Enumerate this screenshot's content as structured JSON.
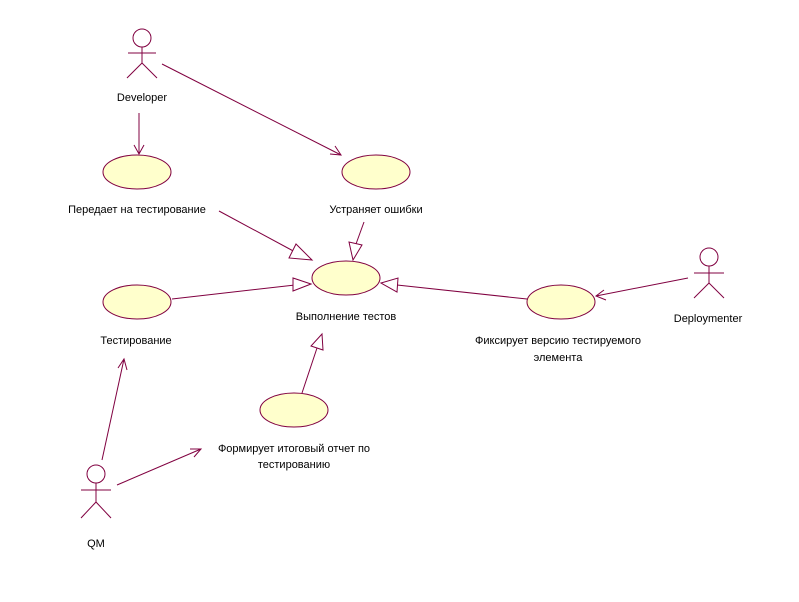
{
  "colors": {
    "line": "#800040",
    "usecase_fill": "#ffffcc",
    "background": "#ffffff"
  },
  "actors": {
    "developer": "Developer",
    "deploymenter": "Deploymenter",
    "qm": "QM"
  },
  "usecases": {
    "handover": [
      "Передает на тестирование"
    ],
    "fix_errors": [
      "Устраняет ошибки"
    ],
    "run_tests": [
      "Выполнение тестов"
    ],
    "testing": [
      "Тестирование"
    ],
    "fix_version": [
      "Фиксирует версию тестируемого",
      "элемента"
    ],
    "final_report": [
      "Формирует итоговый отчет по",
      "тестированию"
    ]
  },
  "relations": {
    "associations": [
      [
        "developer",
        "handover"
      ],
      [
        "developer",
        "fix_errors"
      ],
      [
        "deploymenter",
        "fix_version"
      ],
      [
        "qm",
        "testing"
      ],
      [
        "qm",
        "final_report"
      ]
    ],
    "generalizations": [
      [
        "handover",
        "run_tests"
      ],
      [
        "fix_errors",
        "run_tests"
      ],
      [
        "testing",
        "run_tests"
      ],
      [
        "fix_version",
        "run_tests"
      ],
      [
        "final_report",
        "run_tests"
      ]
    ]
  }
}
